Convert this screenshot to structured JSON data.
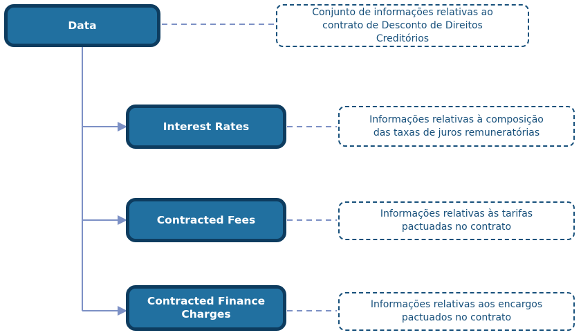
{
  "diagram": {
    "root": {
      "label": "Data",
      "note_lines": [
        "Conjunto de informações relativas ao",
        "contrato de Desconto de Direitos",
        "Creditórios"
      ]
    },
    "children": [
      {
        "label": "Interest Rates",
        "note_lines": [
          "Informações relativas à composição",
          "das taxas de juros remuneratórias"
        ]
      },
      {
        "label": "Contracted Fees",
        "note_lines": [
          "Informações relativas às tarifas",
          "pactuadas no contrato"
        ]
      },
      {
        "label": "Contracted Finance Charges",
        "note_lines": [
          "Informações relativas aos encargos",
          "pactuados no contrato"
        ]
      }
    ],
    "colors": {
      "node_fill": "#2170a0",
      "node_border": "#0d3c5f",
      "node_text": "#ffffff",
      "note_border": "#17507b",
      "note_text": "#17507b",
      "connector": "#7c90c5",
      "background": "#ffffff"
    }
  }
}
